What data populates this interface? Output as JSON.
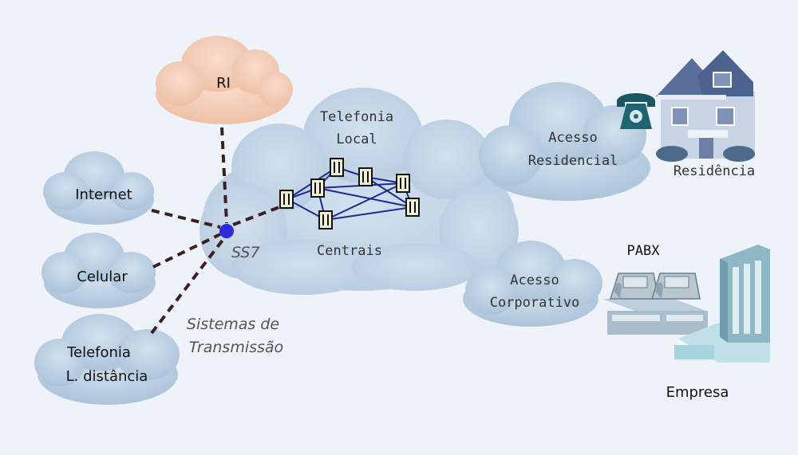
{
  "labels": {
    "ri": "RI",
    "telefonia_local_1": "Telefonia",
    "telefonia_local_2": "Local",
    "internet": "Internet",
    "celular": "Celular",
    "telefonia_ld_1": "Telefonia",
    "telefonia_ld_2": "L. distância",
    "ss7": "SS7",
    "centrais": "Centrais",
    "sistemas_1": "Sistemas de",
    "sistemas_2": "Transmissão",
    "acesso_res_1": "Acesso",
    "acesso_res_2": "Residencial",
    "residencia": "Residência",
    "pabx": "PABX",
    "acesso_corp_1": "Acesso",
    "acesso_corp_2": "Corporativo",
    "empresa": "Empresa"
  },
  "colors": {
    "background": "#eef3f9",
    "cloud_blue": "#b9cde0",
    "cloud_blue_light": "#c7d8e8",
    "cloud_ri": "#f3cdb6",
    "ss7_node": "#2d2bdc",
    "mesh_line": "#1d2b8f",
    "dashed_link": "#3a2020"
  }
}
